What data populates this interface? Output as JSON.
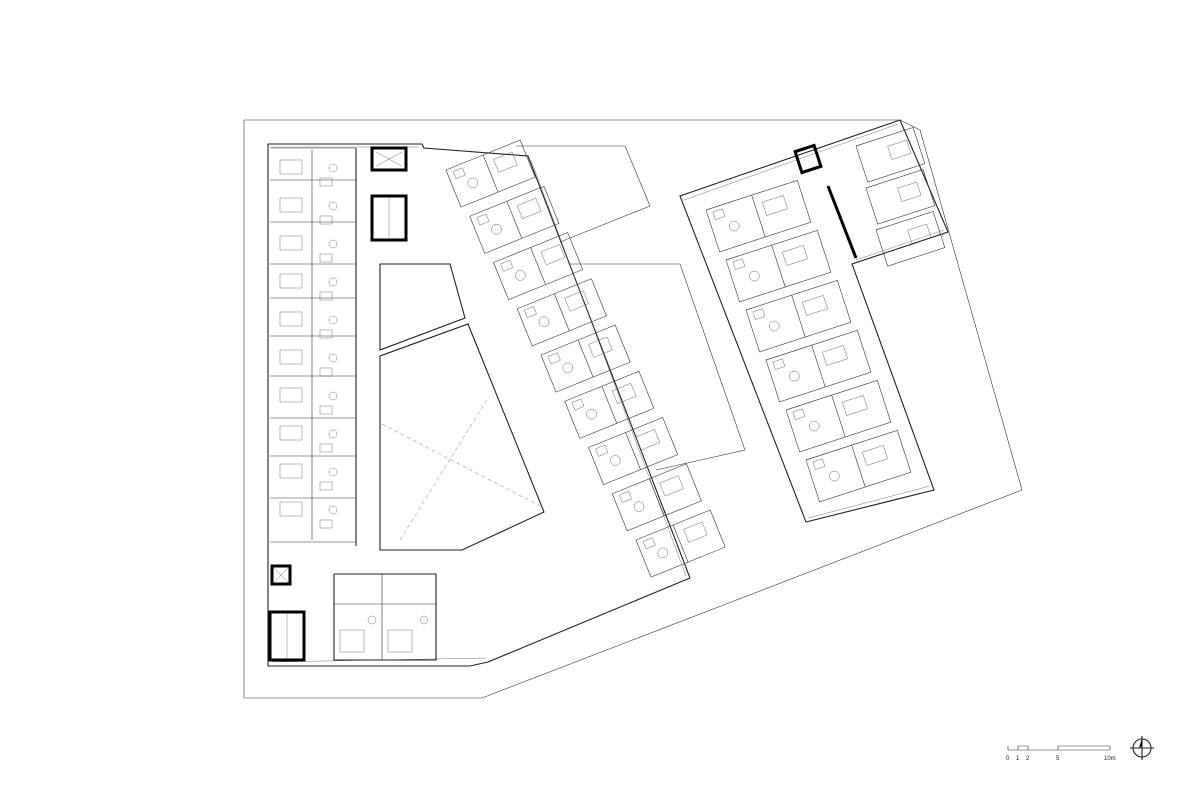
{
  "drawing": {
    "type": "architectural-floor-plan",
    "scale_bar": {
      "labels": [
        "0",
        "1",
        "2",
        "5",
        "10m"
      ]
    },
    "north_arrow": true
  }
}
